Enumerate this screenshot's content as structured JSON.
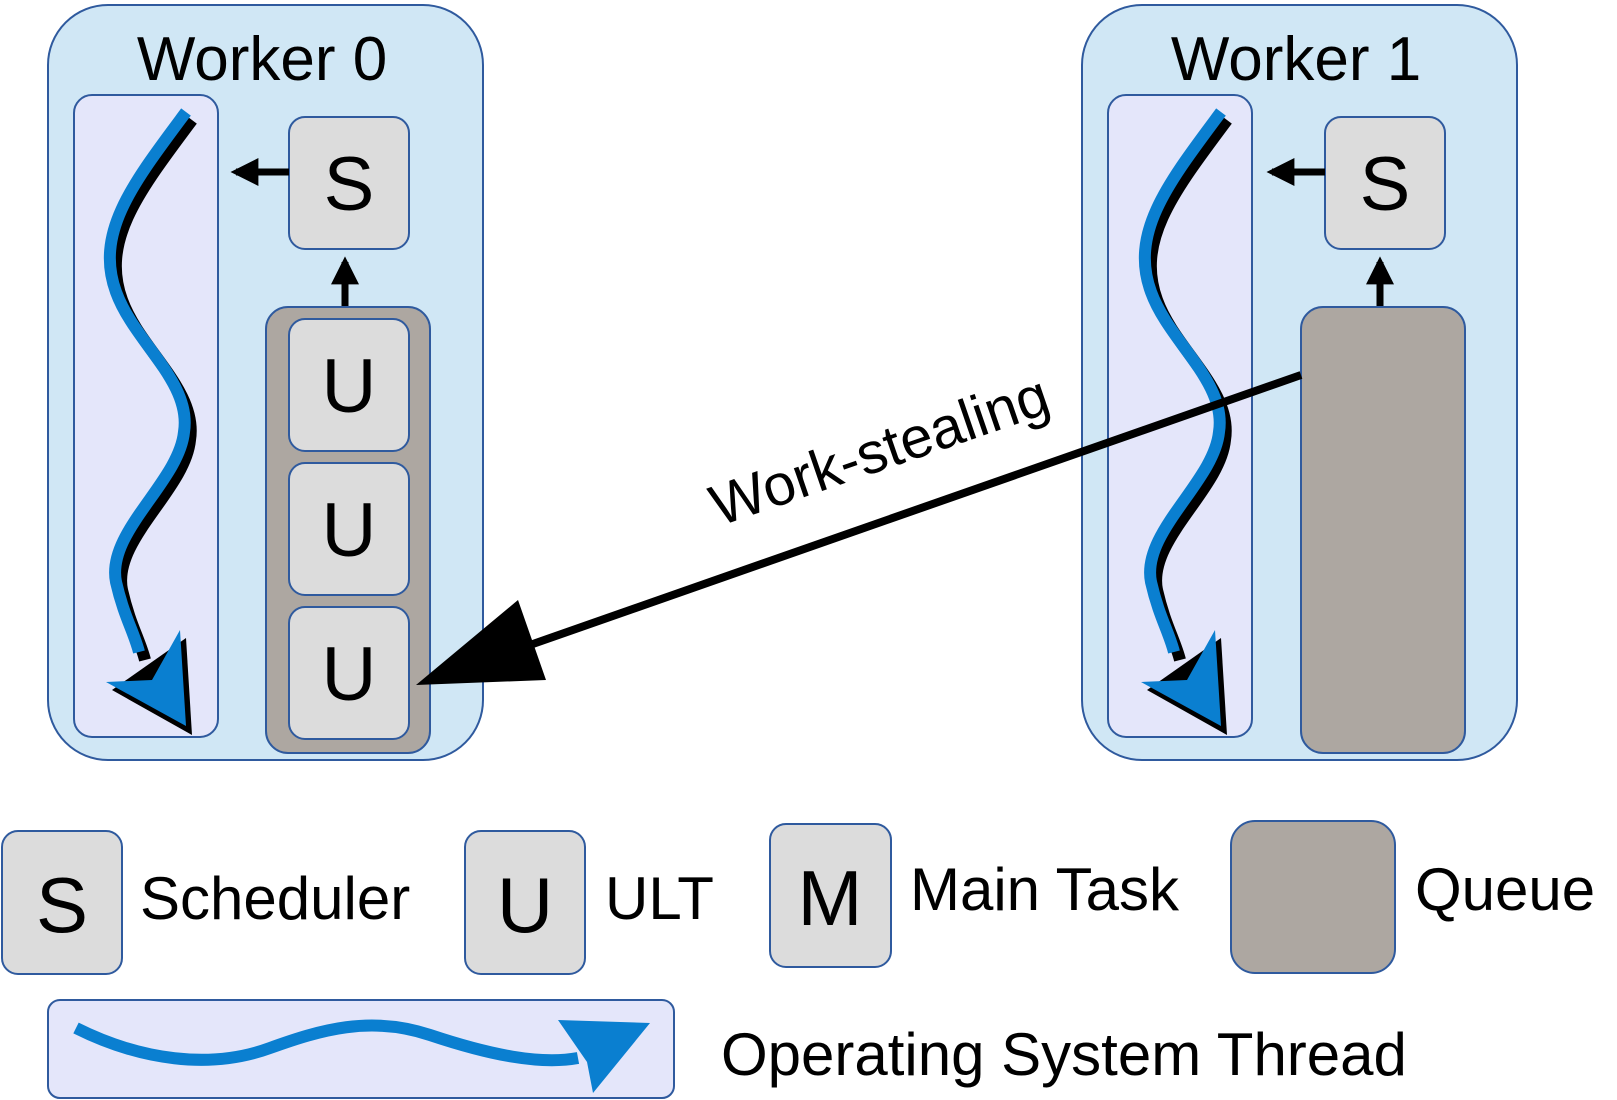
{
  "workers": [
    {
      "title": "Worker 0",
      "scheduler_label": "S",
      "queue": [
        "U",
        "U",
        "U"
      ]
    },
    {
      "title": "Worker 1",
      "scheduler_label": "S",
      "queue": []
    }
  ],
  "steal_arrow_label": "Work-stealing",
  "legend": {
    "scheduler": {
      "glyph": "S",
      "text": "Scheduler"
    },
    "ult": {
      "glyph": "U",
      "text": "ULT"
    },
    "main_task": {
      "glyph": "M",
      "text": "Main Task"
    },
    "queue": {
      "text": "Queue"
    },
    "os_thread": {
      "text": "Operating System Thread"
    }
  },
  "colors": {
    "worker_fill": "#d0e7f5",
    "worker_stroke": "#2f5a9e",
    "thread_panel_fill": "#e4e6fa",
    "box_fill": "#dcdcdc",
    "queue_fill": "#ada7a1",
    "thread_blue": "#0a7fd0",
    "arrow": "#000000"
  },
  "icons": {
    "thread": "wavy-thread-arrow-icon",
    "arrow": "black-arrow-icon"
  }
}
